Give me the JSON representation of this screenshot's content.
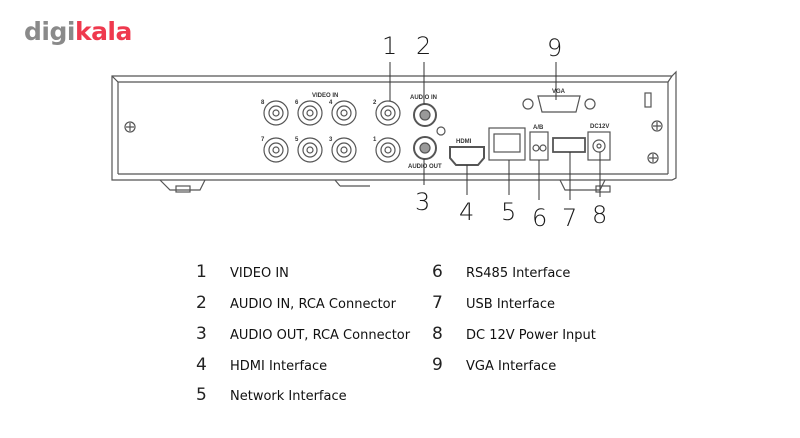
{
  "brand": {
    "part1": "digi",
    "part2": "kala",
    "color_gray": "#8a8a8a",
    "color_red": "#ef394e"
  },
  "panel_labels": {
    "video_in": "VIDEO IN",
    "audio_in": "AUDIO IN",
    "audio_out": "AUDIO OUT",
    "vga": "VGA",
    "hdmi": "HDMI",
    "ab": "A/B",
    "dc": "DC12V",
    "bnc_numbers": [
      "8",
      "6",
      "4",
      "2",
      "7",
      "5",
      "3",
      "1"
    ]
  },
  "callouts": [
    "1",
    "2",
    "3",
    "4",
    "5",
    "6",
    "7",
    "8",
    "9"
  ],
  "legend": [
    {
      "num": "1",
      "text": "VIDEO IN"
    },
    {
      "num": "2",
      "text": "AUDIO IN, RCA Connector"
    },
    {
      "num": "3",
      "text": "AUDIO OUT, RCA Connector"
    },
    {
      "num": "4",
      "text": "HDMI Interface"
    },
    {
      "num": "5",
      "text": "Network Interface"
    },
    {
      "num": "6",
      "text": "RS485 Interface"
    },
    {
      "num": "7",
      "text": "USB Interface"
    },
    {
      "num": "8",
      "text": "DC 12V Power Input"
    },
    {
      "num": "9",
      "text": "VGA Interface"
    }
  ]
}
